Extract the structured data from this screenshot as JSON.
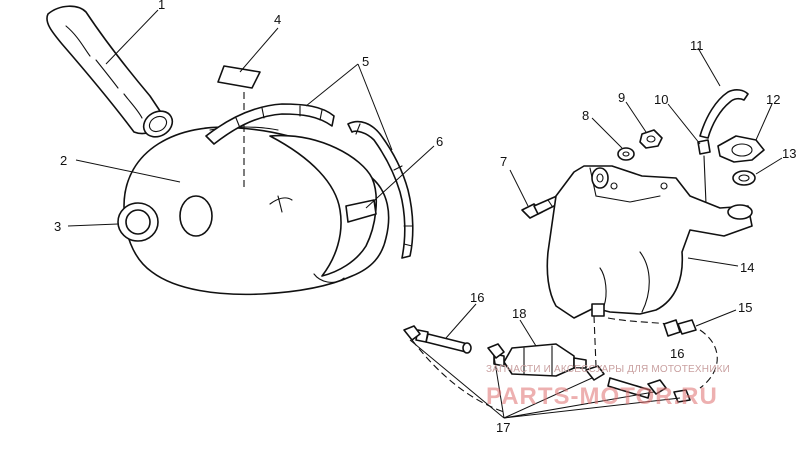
{
  "callouts": {
    "n1": "1",
    "n2": "2",
    "n3": "3",
    "n4": "4",
    "n5": "5",
    "n6": "6",
    "n7": "7",
    "n8": "8",
    "n9": "9",
    "n10": "10",
    "n11": "11",
    "n12": "12",
    "n13": "13",
    "n14": "14",
    "n15": "15",
    "n16a": "16",
    "n16b": "16",
    "n17": "17",
    "n18": "18"
  },
  "watermark": {
    "line1": "ЗАПЧАСТИ И АКСЕССУАРЫ ДЛЯ МОТОТЕХНИКИ",
    "line2": "PARTS-MOTOR.RU"
  }
}
